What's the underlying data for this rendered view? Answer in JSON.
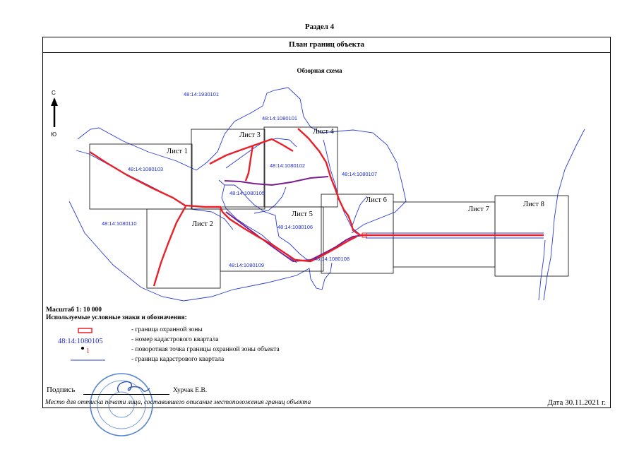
{
  "document": {
    "section": "Раздел 4",
    "header": "План границ объекта",
    "scheme_title": "Обзорная схема"
  },
  "compass": {
    "north": "С",
    "south": "Ю"
  },
  "sheets": [
    "Лист 1",
    "Лист 2",
    "Лист 3",
    "Лист 4",
    "Лист 5",
    "Лист 6",
    "Лист 7",
    "Лист 8"
  ],
  "cadastral_quarters": [
    "48:14:1930101",
    "48:14:1080101",
    "48:14:1080103",
    "48:14:1080102",
    "48:14:1080107",
    "48:14:1080105",
    "48:14:1080110",
    "48:14:1080106",
    "48:14:1080109",
    "48:14:1080108"
  ],
  "legend": {
    "scale": "Масштаб 1: 10 000",
    "heading": "Используемые условные знаки и обозначения:",
    "items": [
      {
        "symbol": "",
        "text": "- граница  охранной зоны"
      },
      {
        "symbol": "48:14:1080105",
        "text": "- номер кадастрового квартала"
      },
      {
        "symbol": "1",
        "text": "- поворотная точка границы охранной зоны объекта"
      },
      {
        "symbol": "",
        "text": "- граница кадастрового квартала"
      }
    ]
  },
  "signature": {
    "label": "Подпись",
    "name": "Хурчак Е.В."
  },
  "footer": {
    "stamp_note": "Место для оттиска печати лица, составившего описание местоположения границ объекта",
    "date": "Дата 30.11.2021 г."
  },
  "colors": {
    "zone_border": "#e8202a",
    "cadastral_border": "#2a3bd6",
    "cadastral_label": "#1f2fd0",
    "purple_line": "#7a1e8e",
    "stamp": "#3a72c9"
  }
}
